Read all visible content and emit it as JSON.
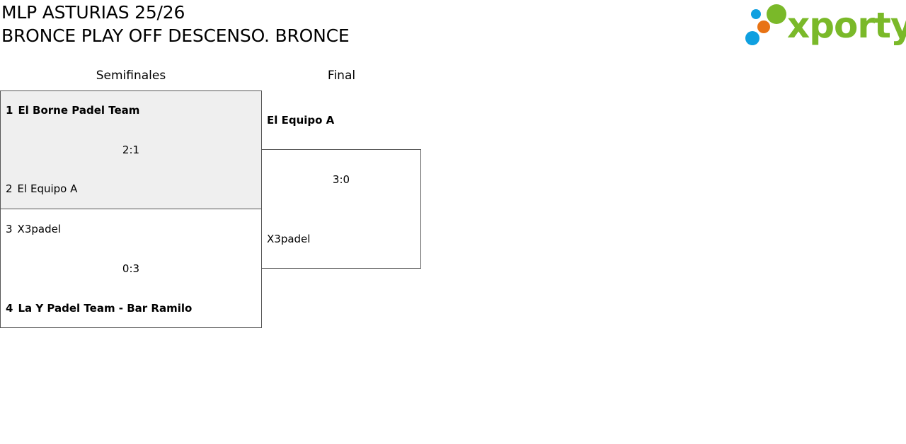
{
  "header": {
    "title_line1": "MLP ASTURIAS 25/26",
    "title_line2": "BRONCE PLAY OFF DESCENSO. BRONCE"
  },
  "logo": {
    "text": "xporty",
    "text_color": "#7ab929",
    "dot_colors": [
      "#7ab929",
      "#0fa0e0",
      "#e87314",
      "#0fa0e0"
    ]
  },
  "rounds": {
    "semifinals": "Semifinales",
    "final": "Final"
  },
  "semifinals": [
    {
      "team1": {
        "seed": "1",
        "name": "El Borne Padel Team",
        "winner": true
      },
      "score": "2:1",
      "team2": {
        "seed": "2",
        "name": "El Equipo A",
        "winner": false
      },
      "background": "#efefef"
    },
    {
      "team1": {
        "seed": "3",
        "name": "X3padel",
        "winner": false
      },
      "score": "0:3",
      "team2": {
        "seed": "4",
        "name": "La Y Padel Team - Bar Ramilo",
        "winner": true
      },
      "background": "#ffffff"
    }
  ],
  "final": {
    "team1": {
      "name": "El Equipo A",
      "winner": true
    },
    "score": "3:0",
    "team2": {
      "name": "X3padel",
      "winner": false
    }
  }
}
